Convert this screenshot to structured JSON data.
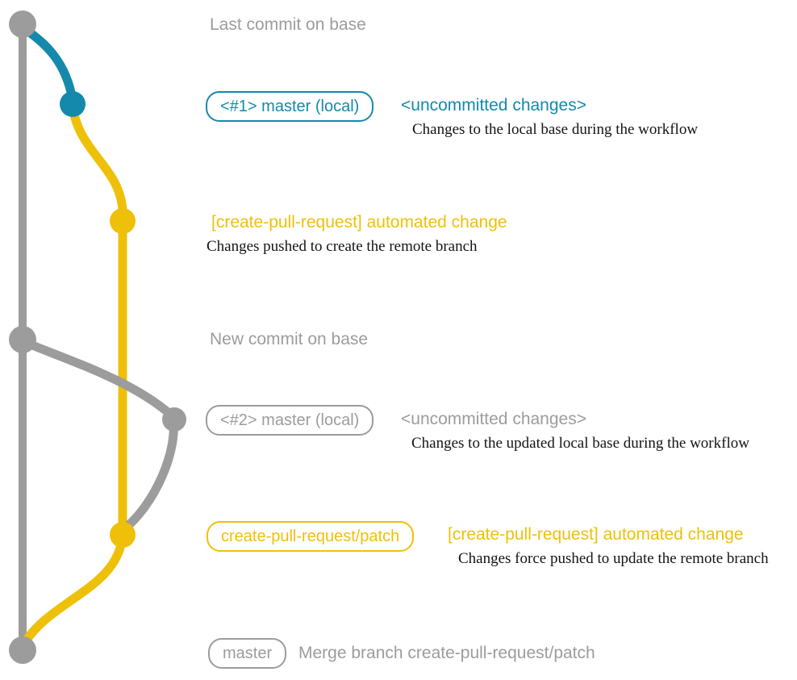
{
  "colors": {
    "teal": "#1489ac",
    "yellow": "#efc009",
    "gray": "#9c9c9c",
    "ink": "#141414",
    "background": "#ffffff"
  },
  "annotations": {
    "last_commit": {
      "label": "Last commit on base"
    },
    "local1": {
      "badge": "<#1> master (local)",
      "heading": "<uncommitted changes>",
      "detail": "Changes to the local base during the workflow"
    },
    "push1": {
      "heading": "[create-pull-request] automated change",
      "detail": "Changes pushed to create the remote branch"
    },
    "new_commit": {
      "label": "New commit on base"
    },
    "local2": {
      "badge": "<#2> master (local)",
      "heading": "<uncommitted changes>",
      "detail": "Changes to the updated local base during the workflow"
    },
    "push2": {
      "badge": "create-pull-request/patch",
      "heading": "[create-pull-request] automated change",
      "detail": "Changes force pushed to update the remote branch"
    },
    "merge": {
      "badge": "master",
      "label": "Merge branch create-pull-request/patch"
    }
  }
}
